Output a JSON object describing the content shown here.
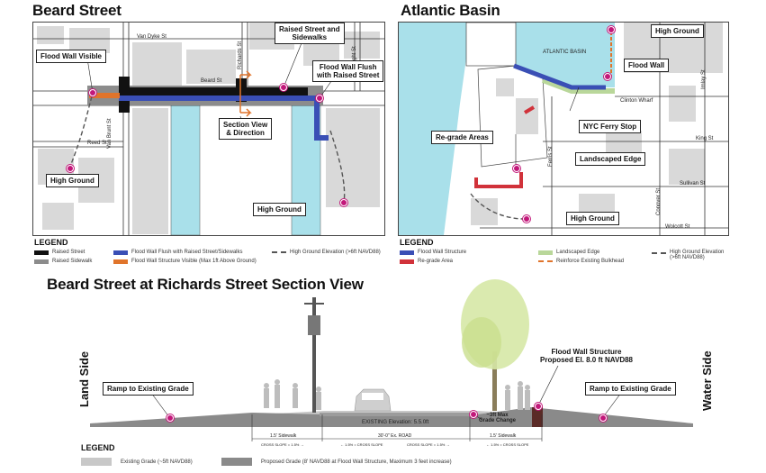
{
  "beard_street": {
    "title": "Beard Street",
    "callouts": {
      "flood_wall_visible": "Flood Wall Visible",
      "raised_street": "Raised Street and\nSidewalks",
      "flush": "Flood Wall Flush\nwith Raised Street",
      "section_view": "Section View\n& Direction",
      "high_ground_left": "High Ground",
      "high_ground_right": "High Ground"
    },
    "streets": {
      "van_dyke": "Van Dyke St",
      "beard": "Beard St",
      "reed": "Reed St",
      "van_brunt": "Van Brunt St",
      "richards": "Richards St",
      "dwight": "Dwight St"
    },
    "legend": {
      "title": "LEGEND",
      "items": [
        {
          "label": "Raised Street",
          "color": "#111111"
        },
        {
          "label": "Raised Sidewalk",
          "color": "#8c8c8c"
        },
        {
          "label": "Flood Wall Flush with Raised Street/Sidewalks",
          "color": "#3a4fb5"
        },
        {
          "label": "Flood Wall Structure Visible (Max 1ft Above Ground)",
          "color": "#e0742b"
        },
        {
          "label": "High Ground Elevation (>6ft NAVD88)",
          "color": "#555555"
        }
      ]
    }
  },
  "atlantic_basin": {
    "title": "Atlantic Basin",
    "callouts": {
      "high_ground_top": "High Ground",
      "flood_wall": "Flood Wall",
      "ferry": "NYC Ferry Stop",
      "regrade": "Re-grade Areas",
      "landscaped": "Landscaped Edge",
      "high_ground_bottom": "High Ground"
    },
    "labels": {
      "basin": "ATLANTIC BASIN",
      "clinton_wharf": "Clinton Wharf",
      "king": "King St",
      "sullivan": "Sullivan St",
      "wolcott": "Wolcott St",
      "imlay": "Imlay St",
      "ferris": "Ferris St",
      "conover": "Conover St"
    },
    "legend": {
      "title": "LEGEND",
      "items": [
        {
          "label": "Flood Wall Structure",
          "color": "#3a4fb5"
        },
        {
          "label": "Re-grade Area",
          "color": "#d1323a"
        },
        {
          "label": "Landscaped Edge",
          "color": "#b9d79a"
        },
        {
          "label": "Reinforce Existing Bulkhead",
          "color": "#e0742b"
        },
        {
          "label": "High Ground Elevation\n(>6ft NAVD88)",
          "color": "#555555"
        }
      ]
    }
  },
  "section": {
    "title": "Beard Street at Richards Street Section View",
    "land_side": "Land Side",
    "water_side": "Water Side",
    "ramp_left": "Ramp to Existing Grade",
    "ramp_right": "Ramp to Existing Grade",
    "flood_wall": "Flood Wall Structure\nProposed El. 8.0 ft NAVD88",
    "existing_elevation": "EXISTING Elevation: 5.5.0ft",
    "grade_change": "~3ft Max\nGrade Change",
    "dims": {
      "sidewalk_left": "1.5' Sidewalk",
      "road": "30'-0\" Ex. ROAD",
      "sidewalk_right": "1.5' Sidewalk",
      "slope_left": "CROSS SLOPE = 1.5% →",
      "slope_road_l": "← 1.5% = CROSS SLOPE",
      "slope_road_r": "CROSS SLOPE = 1.5% →",
      "slope_right": "← 1.5% = CROSS SLOPE"
    },
    "legend": {
      "title": "LEGEND",
      "items": [
        {
          "label": "Existing Grade (~5ft NAVD88)",
          "color": "#c8c8c8"
        },
        {
          "label": "Proposed Grade (8' NAVD88 at Flood Wall Structure, Maximum 3 feet increase)",
          "color": "#8a8a8a"
        }
      ]
    }
  },
  "colors": {
    "water": "#a9e0ea",
    "building": "#d9d9d9",
    "flood_wall": "#3a4fb5",
    "marker": "#c2187a",
    "orange": "#e0742b",
    "red": "#d1323a"
  }
}
